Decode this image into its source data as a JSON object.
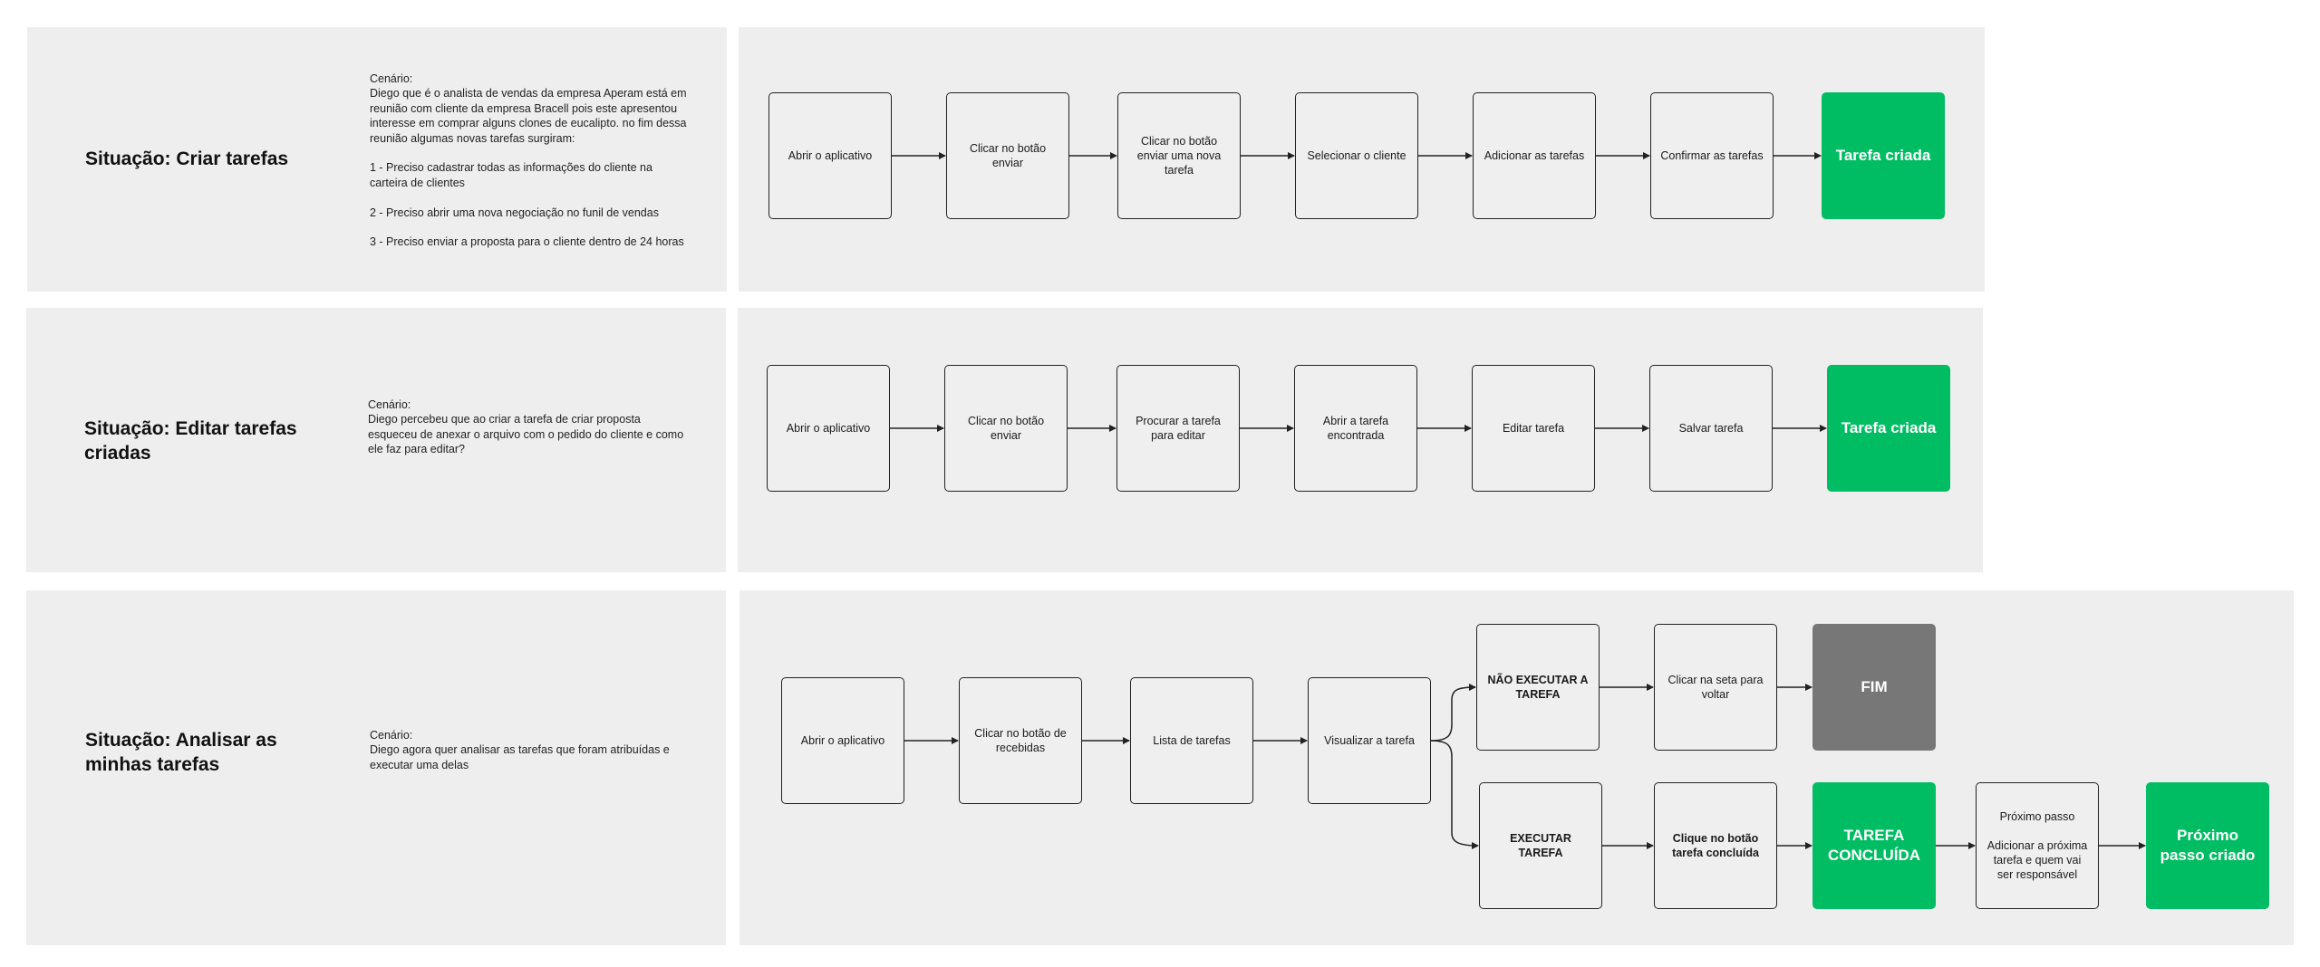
{
  "sections": [
    {
      "title": "Situação: Criar tarefas",
      "scenario": "Cenário:\nDiego que é o analista de vendas da empresa Aperam está em reunião com cliente da empresa Bracell pois este apresentou interesse em comprar alguns clones de eucalipto. no fim dessa reunião algumas novas tarefas surgiram:\n\n1 - Preciso cadastrar todas as informações do cliente na carteira de clientes\n\n2 - Preciso abrir uma nova negociação no funil de vendas\n\n3 - Preciso enviar a proposta para o cliente dentro de 24 horas",
      "steps": [
        "Abrir o aplicativo",
        "Clicar no botão enviar",
        "Clicar no botão enviar uma nova tarefa",
        "Selecionar o cliente",
        "Adicionar as tarefas",
        "Confirmar as tarefas"
      ],
      "end": "Tarefa criada"
    },
    {
      "title": "Situação: Editar tarefas criadas",
      "scenario": "Cenário:\nDiego percebeu que ao criar a tarefa de criar proposta esqueceu de anexar o arquivo com o pedido do cliente e como ele faz para editar?",
      "steps": [
        "Abrir o aplicativo",
        "Clicar no botão enviar",
        "Procurar a tarefa para editar",
        "Abrir a tarefa encontrada",
        "Editar tarefa",
        "Salvar tarefa"
      ],
      "end": "Tarefa criada"
    },
    {
      "title": "Situação: Analisar as minhas tarefas",
      "scenario": "Cenário:\nDiego agora quer analisar as tarefas que foram atribuídas e executar uma delas",
      "steps": [
        "Abrir o aplicativo",
        "Clicar no botão de recebidas",
        "Lista de tarefas",
        "Visualizar a tarefa"
      ],
      "branch_top": [
        "NÃO EXECUTAR A TAREFA",
        "Clicar na seta para voltar",
        "FIM"
      ],
      "branch_bottom": [
        "EXECUTAR TAREFA",
        "Clique no botão tarefa concluída",
        "TAREFA CONCLUÍDA",
        "Próximo passo\n\nAdicionar a próxima tarefa e quem vai ser responsável",
        "Próximo passo criado"
      ]
    }
  ],
  "colors": {
    "panel": "#eeeeee",
    "green": "#00bd63",
    "gray": "#777777",
    "line": "#222222"
  }
}
